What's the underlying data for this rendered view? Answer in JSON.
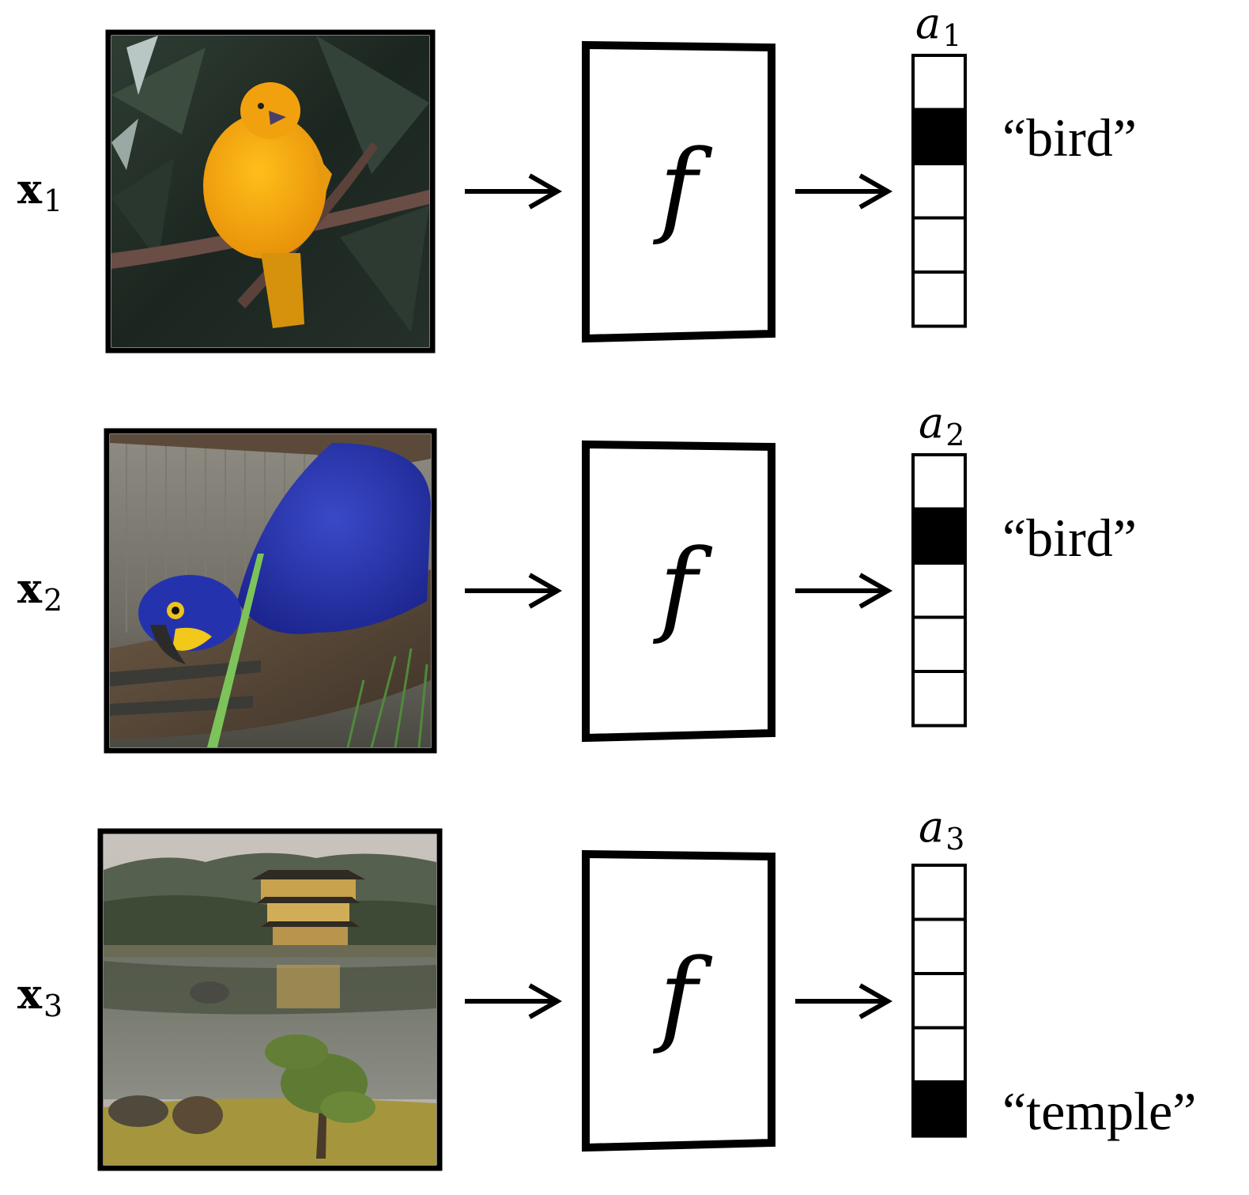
{
  "rows": [
    {
      "input_symbol": "x",
      "input_index": "1",
      "function_label": "f",
      "activation_symbol": "a",
      "activation_index": "1",
      "vector_cells": 5,
      "active_cell": 1,
      "class_label": "“bird”",
      "image_content": "bird-photo"
    },
    {
      "input_symbol": "x",
      "input_index": "2",
      "function_label": "f",
      "activation_symbol": "a",
      "activation_index": "2",
      "vector_cells": 5,
      "active_cell": 1,
      "class_label": "“bird”",
      "image_content": "parrot-photo"
    },
    {
      "input_symbol": "x",
      "input_index": "3",
      "function_label": "f",
      "activation_symbol": "a",
      "activation_index": "3",
      "vector_cells": 5,
      "active_cell": 4,
      "class_label": "“temple”",
      "image_content": "temple-photo"
    }
  ],
  "colors": {
    "stroke": "#000000",
    "active_cell": "#000000",
    "inactive_cell": "#ffffff"
  }
}
